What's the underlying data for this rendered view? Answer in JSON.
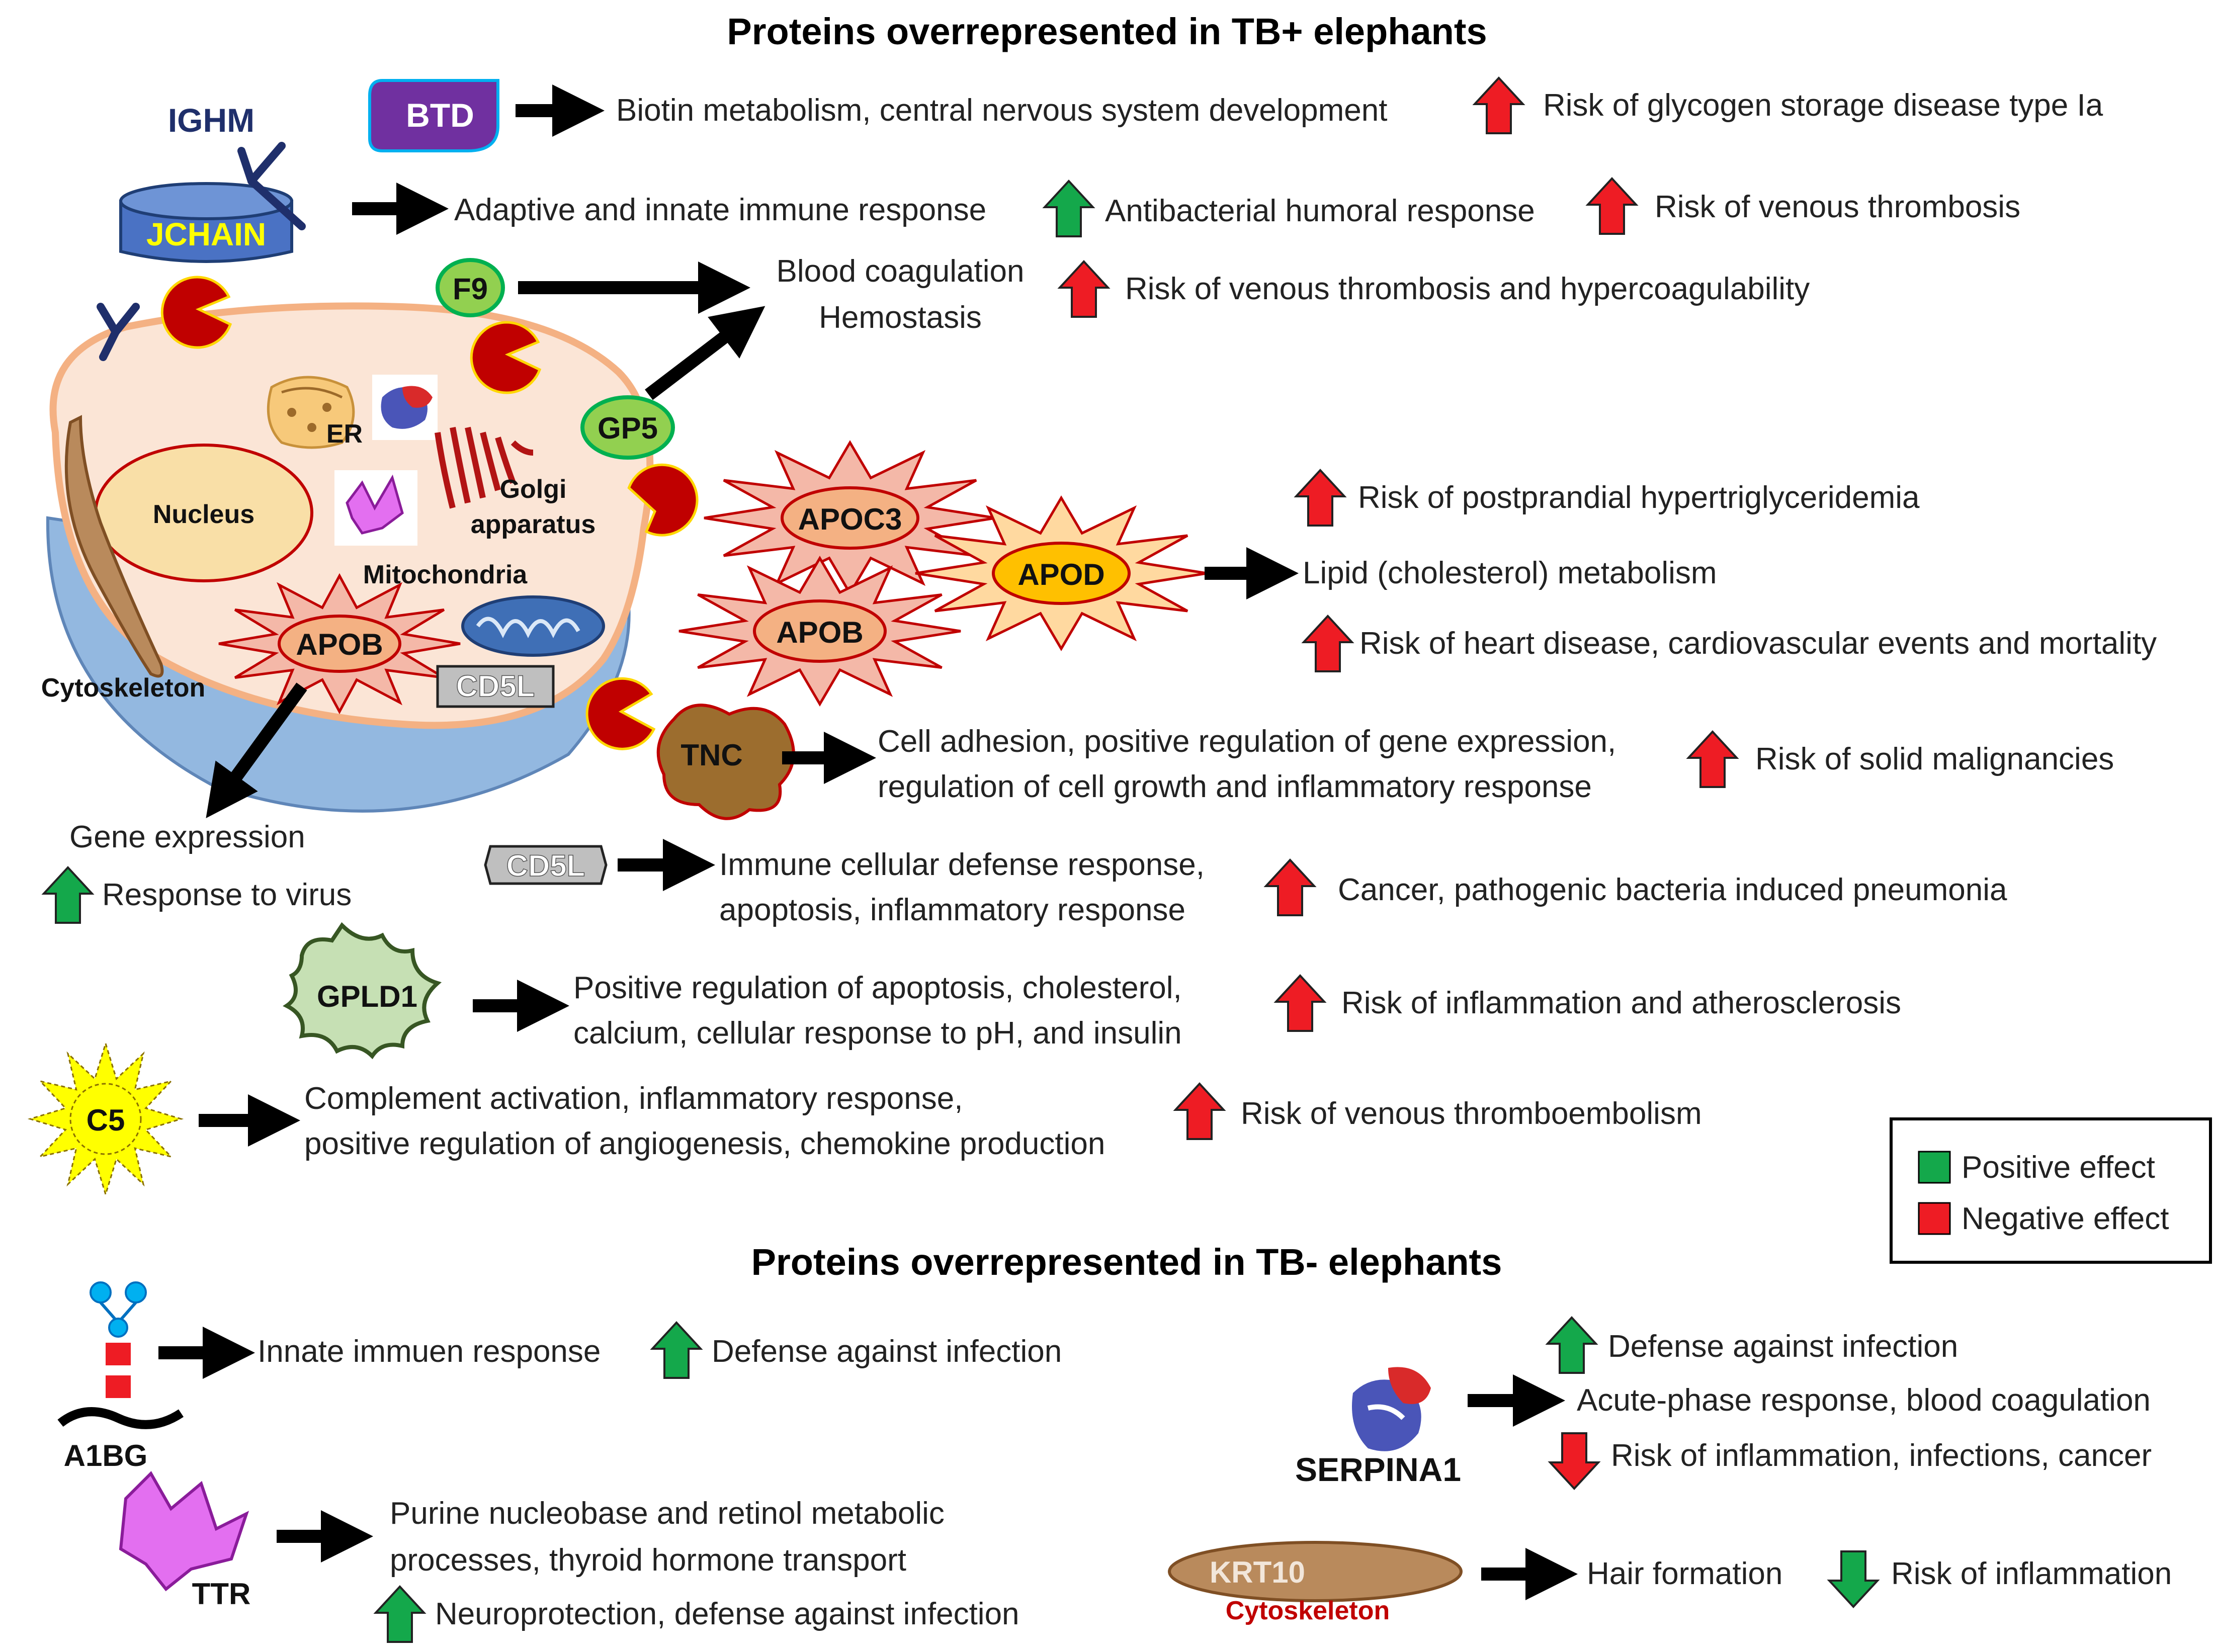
{
  "titles": {
    "tb_pos": "Proteins overrepresented in TB+ elephants",
    "tb_neg": "Proteins overrepresented in TB- elephants"
  },
  "colors": {
    "positive": "#14a84b",
    "negative": "#ee1c24",
    "arrow": "#000000"
  },
  "proteins": {
    "btd": "BTD",
    "ighm": "IGHM",
    "jchain": "JCHAIN",
    "f9": "F9",
    "gp5": "GP5",
    "apoc3": "APOC3",
    "apod": "APOD",
    "apob_ext": "APOB",
    "apob_cell": "APOB",
    "cd5l_cell": "CD5L",
    "cd5l": "CD5L",
    "tnc": "TNC",
    "gpld1": "GPLD1",
    "c5": "C5",
    "a1bg": "A1BG",
    "ttr": "TTR",
    "serpina1": "SERPINA1",
    "krt10": "KRT10"
  },
  "cell": {
    "er": "ER",
    "nucleus": "Nucleus",
    "golgi_1": "Golgi",
    "golgi_2": "apparatus",
    "mitochondria": "Mitochondria",
    "cytoskeleton": "Cytoskeleton",
    "krt10_cytoskeleton": "Cytoskeleton"
  },
  "functions": {
    "btd": "Biotin metabolism, central nervous system development",
    "jchain": "Adaptive and innate immune response",
    "f9_gp5_1": "Blood coagulation",
    "f9_gp5_2": "Hemostasis",
    "apo": "Lipid (cholesterol) metabolism",
    "tnc_1": "Cell adhesion, positive regulation of gene expression,",
    "tnc_2": "regulation of cell growth and inflammatory response",
    "apob_1": "Gene expression",
    "cd5l_1": "Immune cellular defense response,",
    "cd5l_2": "apoptosis, inflammatory response",
    "gpld1_1": "Positive regulation of apoptosis, cholesterol,",
    "gpld1_2": "calcium, cellular response to pH, and insulin",
    "c5_1": "Complement activation, inflammatory response,",
    "c5_2": "positive regulation of angiogenesis, chemokine production",
    "a1bg": "Innate immuen response",
    "ttr_1": "Purine nucleobase and retinol metabolic",
    "ttr_2": "processes, thyroid hormone transport",
    "serpina1": "Acute-phase response, blood coagulation",
    "krt10": "Hair formation"
  },
  "effects": {
    "btd": "Risk of glycogen storage disease type Ia",
    "jchain_pos": "Antibacterial humoral response",
    "jchain_neg": "Risk of venous thrombosis",
    "f9": "Risk of venous thrombosis and hypercoagulability",
    "apo_1": "Risk of postprandial hypertriglyceridemia",
    "apo_2": "Risk of heart disease, cardiovascular events and mortality",
    "tnc": "Risk of solid malignancies",
    "apob": "Response to virus",
    "cd5l": "Cancer, pathogenic bacteria induced pneumonia",
    "gpld1": "Risk of inflammation and atherosclerosis",
    "c5": "Risk of venous thromboembolism",
    "a1bg": "Defense against infection",
    "ttr": "Neuroprotection, defense against infection",
    "serpina1_pos": "Defense against infection",
    "serpina1_neg": "Risk of inflammation, infections, cancer",
    "krt10": "Risk of inflammation"
  },
  "legend": {
    "positive": "Positive effect",
    "negative": "Negative effect"
  }
}
